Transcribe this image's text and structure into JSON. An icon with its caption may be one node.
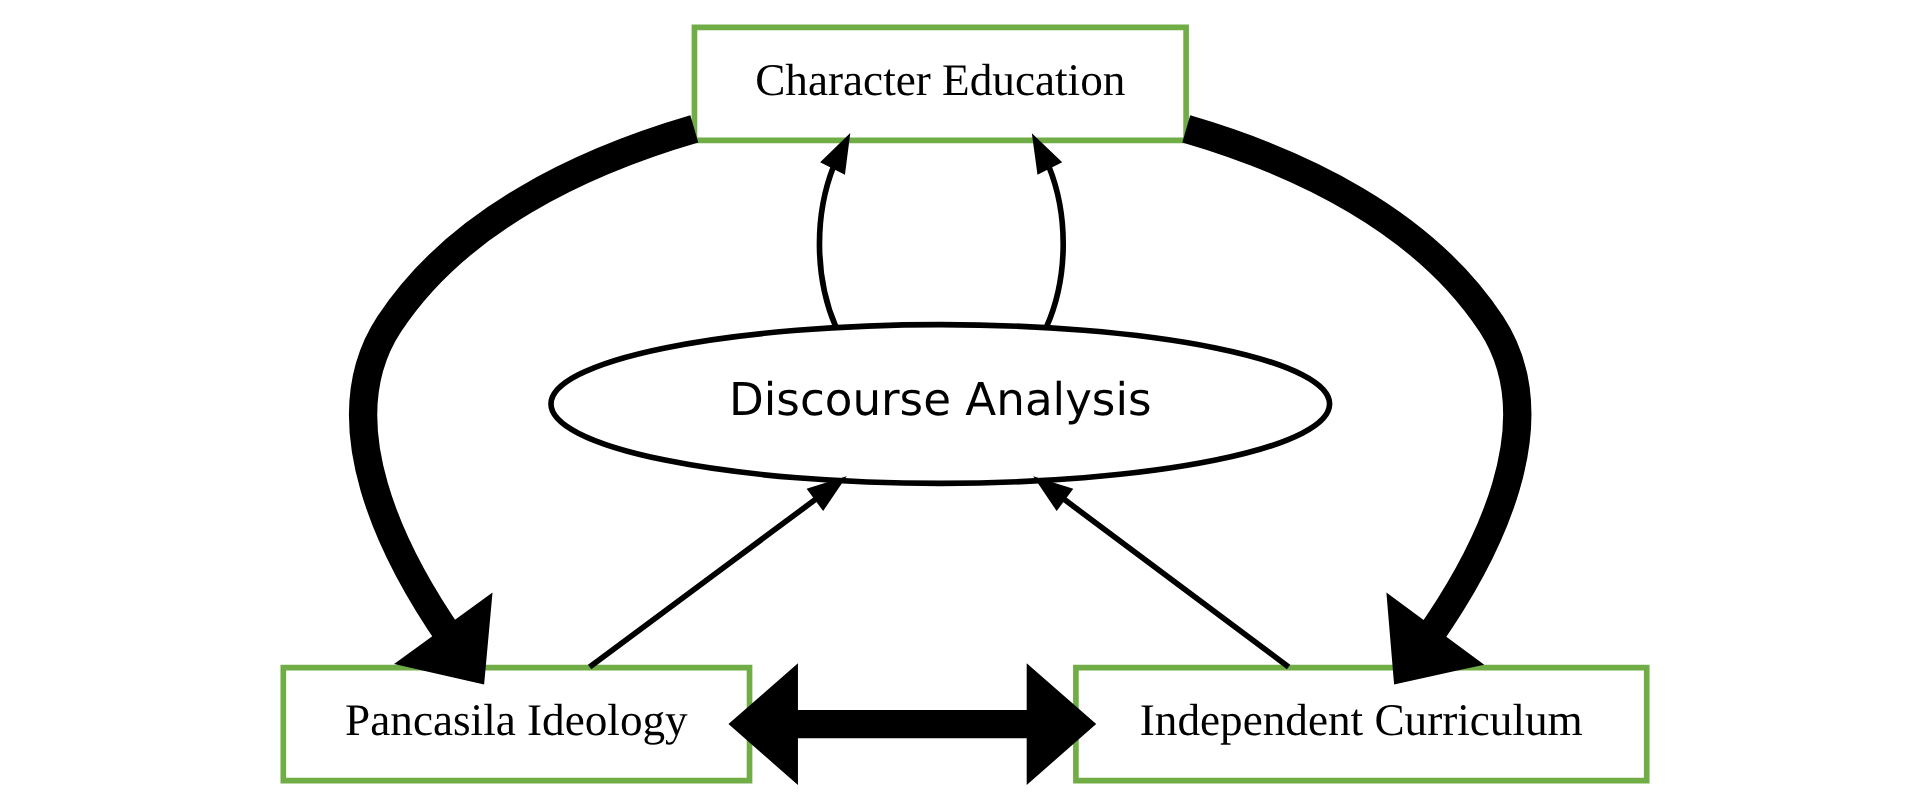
{
  "diagram": {
    "nodes": [
      {
        "text": [
          "Character Education"
        ]
      },
      {
        "text": [
          "Discourse Analysis"
        ]
      },
      {
        "text": [
          "Pancasila Ideology"
        ]
      },
      {
        "text": [
          "Independent Curriculum"
        ]
      }
    ],
    "edges": [
      {
        "from": 0,
        "to": 2,
        "arrow": "to",
        "style": "thick"
      },
      {
        "from": 0,
        "to": 3,
        "arrow": "to",
        "style": "thick"
      },
      {
        "from": 1,
        "to": 0,
        "arrow": "to"
      },
      {
        "from": 1,
        "to": 0,
        "arrow": "to"
      },
      {
        "from": 2,
        "to": 1,
        "arrow": "to"
      },
      {
        "from": 3,
        "to": 1,
        "arrow": "to"
      },
      {
        "from": 2,
        "to": 3,
        "arrow": "both",
        "style": "thick"
      }
    ]
  }
}
